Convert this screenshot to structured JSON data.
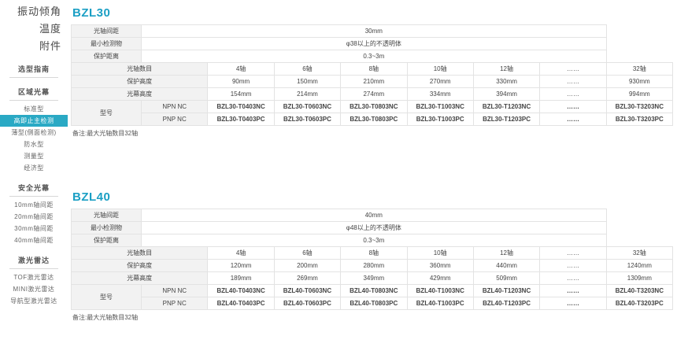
{
  "sidebar": {
    "top_items": [
      {
        "label": "振动倾角"
      },
      {
        "label": "温度"
      },
      {
        "label": "附件"
      }
    ],
    "groups": [
      {
        "title": "选型指南",
        "items": []
      },
      {
        "title": "区域光幕",
        "items": [
          {
            "label": "标准型",
            "active": false
          },
          {
            "label": "高即止主检测",
            "active": true
          },
          {
            "label": "薄型(侧面检测)",
            "active": false
          },
          {
            "label": "防水型",
            "active": false
          },
          {
            "label": "测量型",
            "active": false
          },
          {
            "label": "经济型",
            "active": false
          }
        ]
      },
      {
        "title": "安全光幕",
        "items": [
          {
            "label": "10mm轴间距",
            "active": false
          },
          {
            "label": "20mm轴间距",
            "active": false
          },
          {
            "label": "30mm轴间距",
            "active": false
          },
          {
            "label": "40mm轴间距",
            "active": false
          }
        ]
      },
      {
        "title": "激光雷达",
        "items": [
          {
            "label": "TOF激光雷达",
            "active": false
          },
          {
            "label": "MINI激光雷达",
            "active": false
          },
          {
            "label": "导航型激光雷达",
            "active": false
          }
        ]
      }
    ]
  },
  "blocks": [
    {
      "title": "BZL30",
      "rows": {
        "pitch_label": "光轴间距",
        "pitch_value": "30mm",
        "min_object_label": "最小检测物",
        "min_object_value": "φ38以上的不透明体",
        "protect_distance_label": "保护距离",
        "protect_distance_value": "0.3~3m",
        "axis_count_label": "光轴数目",
        "axis_counts": [
          "4轴",
          "6轴",
          "8轴",
          "10轴",
          "12轴",
          "……",
          "32轴"
        ],
        "protect_height_label": "保护高度",
        "protect_heights": [
          "90mm",
          "150mm",
          "210mm",
          "270mm",
          "330mm",
          "……",
          "930mm"
        ],
        "curtain_height_label": "光幕高度",
        "curtain_heights": [
          "154mm",
          "214mm",
          "274mm",
          "334mm",
          "394mm",
          "……",
          "994mm"
        ],
        "model_label": "型号",
        "npn_label": "NPN NC",
        "npn_models": [
          "BZL30-T0403NC",
          "BZL30-T0603NC",
          "BZL30-T0803NC",
          "BZL30-T1003NC",
          "BZL30-T1203NC",
          "……",
          "BZL30-T3203NC"
        ],
        "pnp_label": "PNP NC",
        "pnp_models": [
          "BZL30-T0403PC",
          "BZL30-T0603PC",
          "BZL30-T0803PC",
          "BZL30-T1003PC",
          "BZL30-T1203PC",
          "……",
          "BZL30-T3203PC"
        ]
      },
      "note": "备注:最大光轴数目32轴"
    },
    {
      "title": "BZL40",
      "rows": {
        "pitch_label": "光轴间距",
        "pitch_value": "40mm",
        "min_object_label": "最小检测物",
        "min_object_value": "φ48以上的不透明体",
        "protect_distance_label": "保护距离",
        "protect_distance_value": "0.3~3m",
        "axis_count_label": "光轴数目",
        "axis_counts": [
          "4轴",
          "6轴",
          "8轴",
          "10轴",
          "12轴",
          "……",
          "32轴"
        ],
        "protect_height_label": "保护高度",
        "protect_heights": [
          "120mm",
          "200mm",
          "280mm",
          "360mm",
          "440mm",
          "……",
          "1240mm"
        ],
        "curtain_height_label": "光幕高度",
        "curtain_heights": [
          "189mm",
          "269mm",
          "349mm",
          "429mm",
          "509mm",
          "……",
          "1309mm"
        ],
        "model_label": "型号",
        "npn_label": "NPN NC",
        "npn_models": [
          "BZL40-T0403NC",
          "BZL40-T0603NC",
          "BZL40-T0803NC",
          "BZL40-T1003NC",
          "BZL40-T1203NC",
          "……",
          "BZL40-T3203NC"
        ],
        "pnp_label": "PNP NC",
        "pnp_models": [
          "BZL40-T0403PC",
          "BZL40-T0603PC",
          "BZL40-T0803PC",
          "BZL40-T1003PC",
          "BZL40-T1203PC",
          "……",
          "BZL40-T3203PC"
        ]
      },
      "note": "备注:最大光轴数目32轴"
    }
  ],
  "colors": {
    "accent": "#1b9fc4",
    "active_bg": "#2aa9c4",
    "header_bg": "#f2f2f2",
    "border": "#e3e3e3"
  }
}
